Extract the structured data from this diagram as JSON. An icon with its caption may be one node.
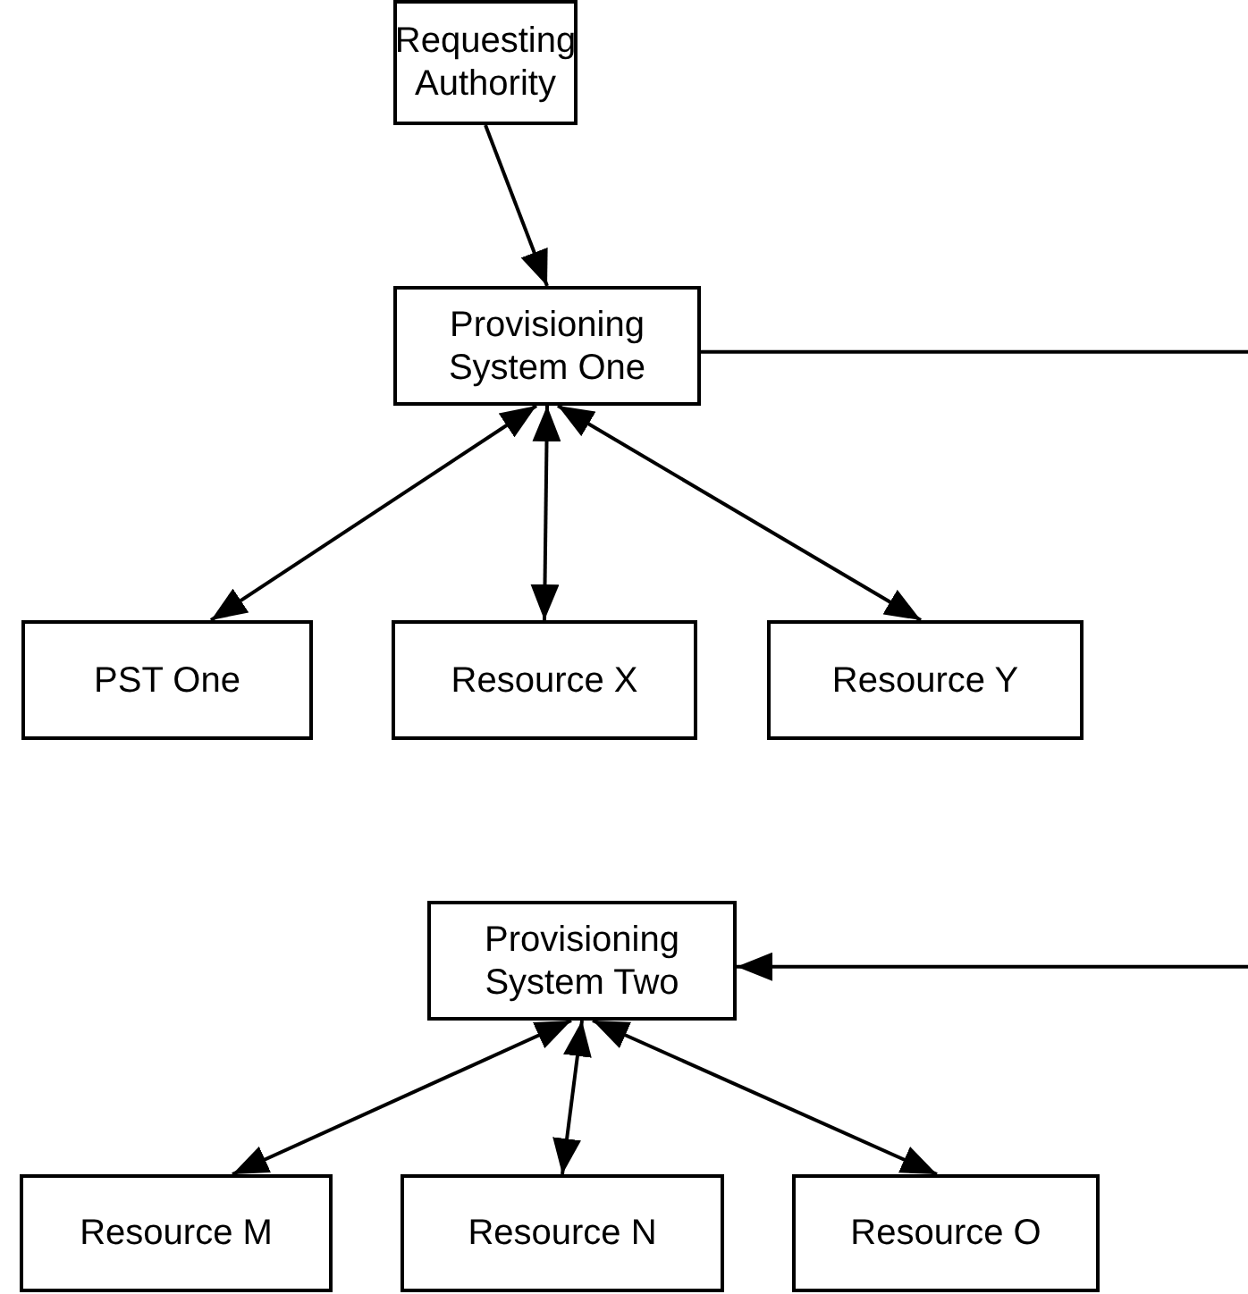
{
  "diagram": {
    "nodes": [
      {
        "text": [
          "Requesting Authority"
        ]
      },
      {
        "text": [
          "Provisioning System One"
        ]
      },
      {
        "text": [
          "PST One"
        ]
      },
      {
        "text": [
          "Resource X"
        ]
      },
      {
        "text": [
          "Resource Y"
        ]
      },
      {
        "text": [
          "Provisioning System Two"
        ]
      },
      {
        "text": [
          "Resource M"
        ]
      },
      {
        "text": [
          "Resource N"
        ]
      },
      {
        "text": [
          "Resource O"
        ]
      }
    ],
    "edges": [
      {
        "from": 0,
        "to": 1,
        "arrow": "to"
      },
      {
        "from": 1,
        "to": 2,
        "arrow": "both"
      },
      {
        "from": 1,
        "to": 3,
        "arrow": "both"
      },
      {
        "from": 1,
        "to": 4,
        "arrow": "both"
      },
      {
        "from": 1,
        "to": null,
        "arrow": "none"
      },
      {
        "from": null,
        "to": 5,
        "arrow": "to"
      },
      {
        "from": 5,
        "to": 6,
        "arrow": "both"
      },
      {
        "from": 5,
        "to": 7,
        "arrow": "both"
      },
      {
        "from": 5,
        "to": 8,
        "arrow": "both"
      }
    ]
  }
}
